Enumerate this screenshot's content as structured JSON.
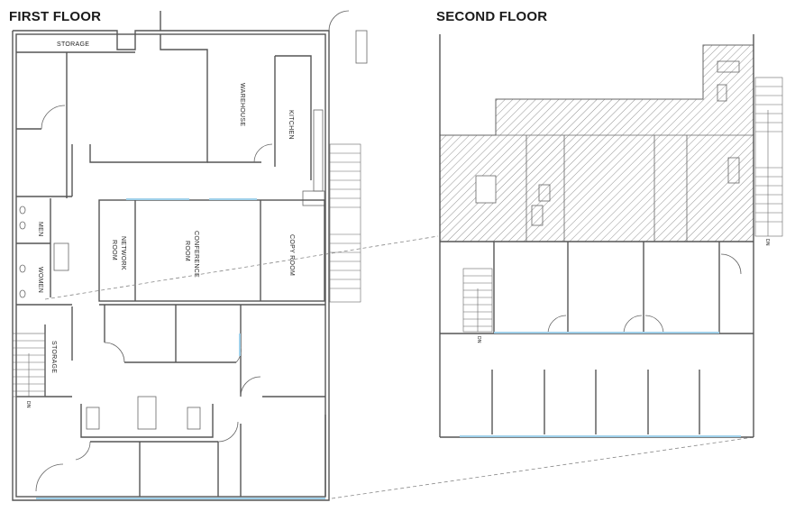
{
  "headings": {
    "first_floor": "FIRST FLOOR",
    "second_floor": "SECOND FLOOR"
  },
  "first_floor_rooms": {
    "storage_top": "STORAGE",
    "warehouse": "WAREHOUSE",
    "kitchen": "KITCHEN",
    "men": "MEN",
    "women": "WOMEN",
    "network_room_line1": "NETWORK",
    "network_room_line2": "ROOM",
    "conference_room_line1": "CONFERENCE",
    "conference_room_line2": "ROOM",
    "copy_room": "COPY ROOM",
    "storage_left": "STORAGE",
    "stair_dn": "DN"
  },
  "second_floor_labels": {
    "stair_dn_left": "DN",
    "stair_dn_right": "DN"
  },
  "colors": {
    "wall": "#555555",
    "window": "#9fd0ea",
    "hatch": "#777777"
  }
}
